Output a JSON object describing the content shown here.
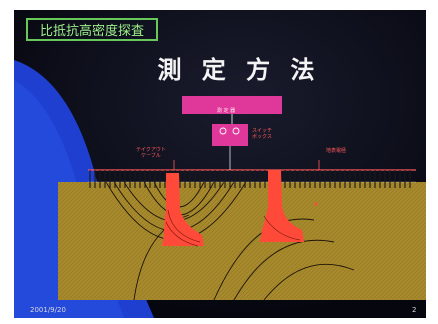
{
  "slide": {
    "title_box": "比抵抗高密度探査",
    "main_title": "測 定 方 法",
    "footer_date": "2001/9/20",
    "page_number": "2"
  },
  "diagram": {
    "instrument_label": "測 定 器",
    "switch_box_label": "スイッチ\nボックス",
    "cable_label": "テイクアウト\nケーブル",
    "electrode_label": "地表電極"
  },
  "colors": {
    "background": "#05060e",
    "blue_band": "#1f3fd0",
    "title_green": "#68c85a",
    "magenta_box": "#e0379a",
    "ground": "#a88a2c",
    "red_shape": "#ff4a3a",
    "label_red": "#ff5a5a"
  }
}
